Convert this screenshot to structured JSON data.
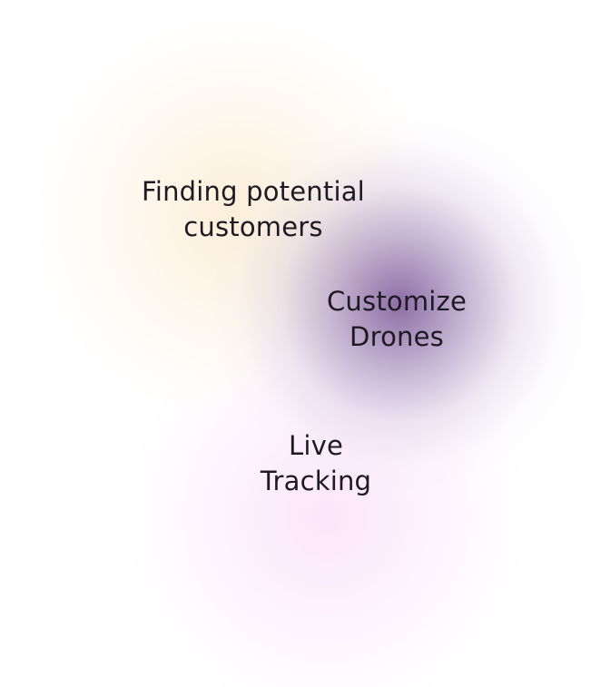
{
  "labels": {
    "finding": {
      "line1": "Finding potential",
      "line2": "customers"
    },
    "customize": {
      "line1": "Customize",
      "line2": "Drones"
    },
    "live": {
      "line1": "Live",
      "line2": "Tracking"
    }
  },
  "colors": {
    "finding_glow": "#fae1b9",
    "customize_glow": "#785596",
    "live_glow": "#f8d4f8",
    "text": "#1e1a22",
    "background": "#ffffff"
  }
}
